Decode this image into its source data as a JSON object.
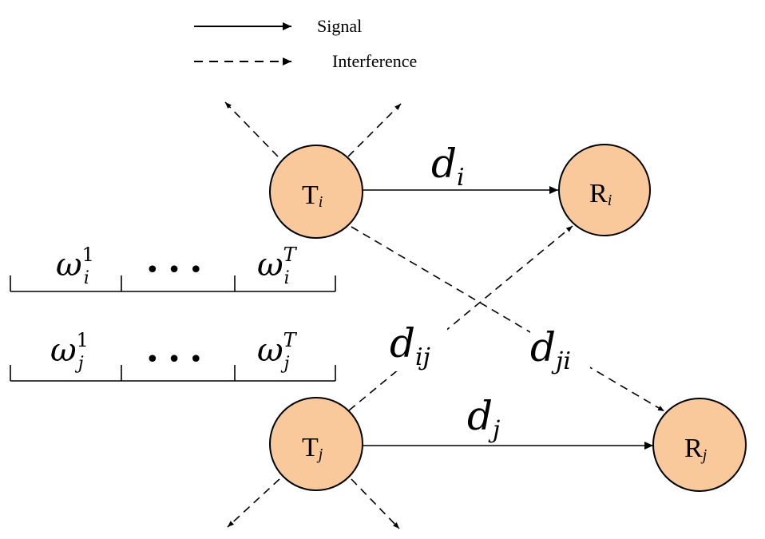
{
  "legend": {
    "signal_label": "Signal",
    "interference_label": "Interference"
  },
  "nodes": {
    "ti": {
      "base": "T",
      "sub": "i"
    },
    "ri": {
      "base": "R",
      "sub": "i"
    },
    "tj": {
      "base": "T",
      "sub": "j"
    },
    "rj": {
      "base": "R",
      "sub": "j"
    }
  },
  "links": {
    "di": {
      "base": "d",
      "sub": "i"
    },
    "dj": {
      "base": "d",
      "sub": "j"
    },
    "dij": {
      "base": "d",
      "sub": "ij"
    },
    "dji": {
      "base": "d",
      "sub": "ji"
    }
  },
  "slots": {
    "row_i": {
      "first_base": "ω",
      "first_sub": "i",
      "first_sup": "1",
      "ellipsis": "• • •",
      "last_base": "ω",
      "last_sub": "i",
      "last_sup": "T"
    },
    "row_j": {
      "first_base": "ω",
      "first_sub": "j",
      "first_sup": "1",
      "ellipsis": "• • •",
      "last_base": "ω",
      "last_sub": "j",
      "last_sup": "T"
    }
  },
  "colors": {
    "node_fill": "#F9C89B",
    "stroke": "#000000"
  }
}
